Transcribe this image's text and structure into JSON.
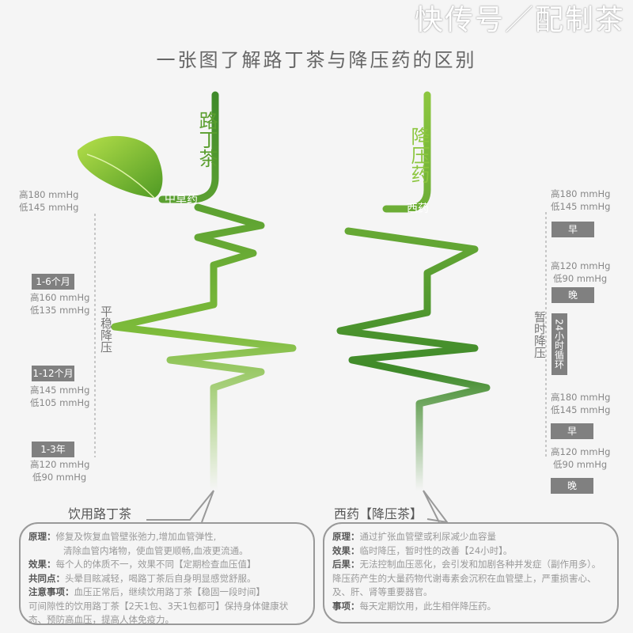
{
  "title": "一张图了解路丁茶与降压药的区别",
  "tea": {
    "name": "路丁茶",
    "category": "中草药",
    "start_bp": {
      "high": "高180 mmHg",
      "low": "低145 mmHg"
    },
    "side_label": "平稳降压",
    "stages": [
      {
        "period": "1-6个月",
        "high": "高160 mmHg",
        "low": "低135 mmHg"
      },
      {
        "period": "1-12个月",
        "high": "高145 mmHg",
        "low": "低105 mmHg"
      },
      {
        "period": "1-3年",
        "high": "高120 mmHg",
        "low": "低90 mmHg"
      }
    ],
    "bubble_title": "饮用路丁茶",
    "lines": [
      {
        "k": "原理：",
        "v": "修复及恢复血管壁张弛力,增加血管弹性,"
      },
      {
        "k": "",
        "v": "清除血管内堵物，使血管更顺畅,血液更流通。"
      },
      {
        "k": "效果：",
        "v": "每个人的体质不一，效果不同【定期检查血压值】"
      },
      {
        "k": "共同点：",
        "v": "头晕目眩减轻，喝路丁茶后自身明显感觉舒服。"
      },
      {
        "k": "注意事项：",
        "v": "血压正常后，继续饮用路丁茶【稳固一段时间】"
      },
      {
        "k": "",
        "v": "可间隙性的饮用路丁茶【2天1包、3天1包都可】保持身体健康状态、预防高血压，提高人体免疫力。"
      }
    ]
  },
  "drug": {
    "name": "降压药",
    "category": "西药",
    "start_bp": {
      "high": "高180 mmHg",
      "low": "低145 mmHg"
    },
    "side_label": "暂时降压",
    "cycle_label": "24小时循环",
    "stages": [
      {
        "tag": "早"
      },
      {
        "high": "高120 mmHg",
        "low": "低90 mmHg",
        "tag": "晚"
      },
      {
        "high": "高180 mmHg",
        "low": "低145 mmHg",
        "tag": "早"
      },
      {
        "high": "高120 mmHg",
        "low": "低90 mmHg",
        "tag": "晚"
      }
    ],
    "bubble_title": "西药【降压茶】",
    "lines": [
      {
        "k": "原理：",
        "v": "通过扩张血管壁或利尿减少血容量"
      },
      {
        "k": "效果：",
        "v": "临时降压，暂时性的改善【24小时】。"
      },
      {
        "k": "后果：",
        "v": "无法控制血压恶化，会引发和加剧各种并发症（副作用多）。降压药产生的大量药物代谢毒素会沉积在血管壁上，严重损害心、及、肝、肾等重要器官。"
      },
      {
        "k": "事项：",
        "v": "每天定期饮用，此生相伴降压药。"
      }
    ]
  },
  "watermark": "快传号／配制茶",
  "colors": {
    "dark_green": "#3f8a2a",
    "light_green": "#8cc63f",
    "tag_gray": "#808080"
  }
}
